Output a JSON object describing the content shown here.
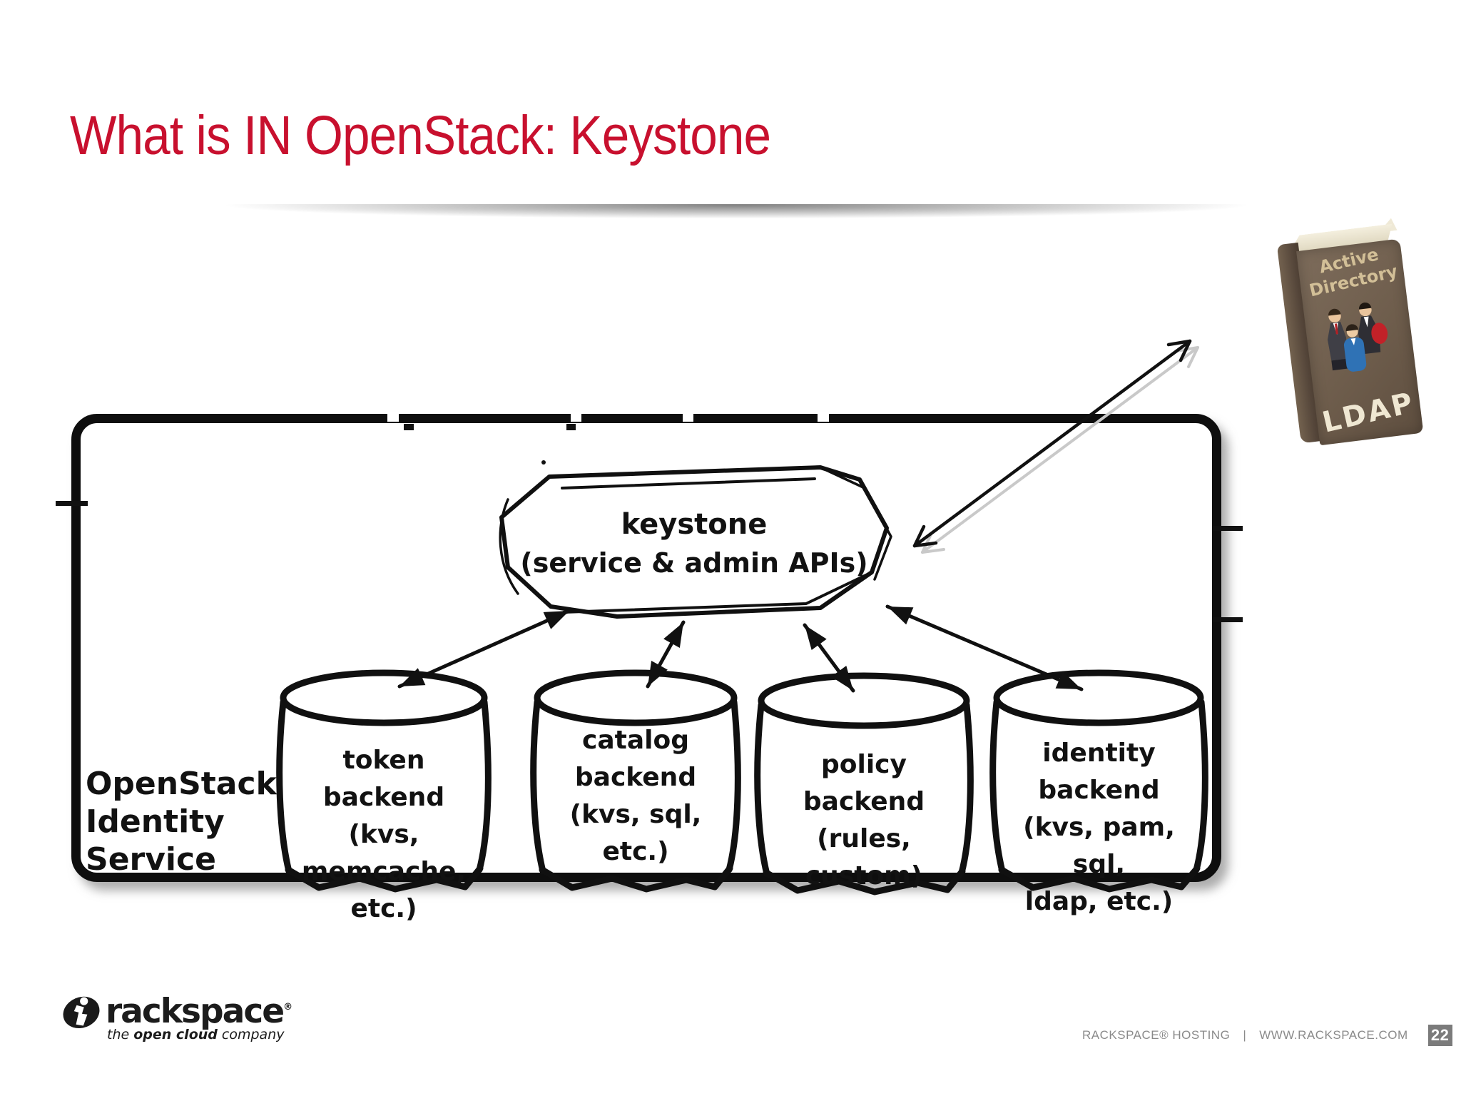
{
  "slide": {
    "title": "What is IN OpenStack: Keystone"
  },
  "diagram": {
    "service_label": {
      "lines": [
        "OpenStack",
        "Identity",
        "Service"
      ]
    },
    "keystone": {
      "line1": "keystone",
      "line2": "(service & admin APIs)"
    },
    "backends": [
      {
        "name": "token-backend",
        "lines": [
          "token backend",
          "(kvs, memcache,",
          "etc.)"
        ]
      },
      {
        "name": "catalog-backend",
        "lines": [
          "catalog",
          "backend",
          "(kvs, sql,",
          "etc.)"
        ]
      },
      {
        "name": "policy-backend",
        "lines": [
          "policy",
          "backend",
          "(rules, custom)"
        ]
      },
      {
        "name": "identity-backend",
        "lines": [
          "identity",
          "backend",
          "(kvs, pam, sql,",
          "ldap, etc.)"
        ]
      }
    ],
    "ldap_book": {
      "title_line1": "Active",
      "title_line2": "Directory",
      "label": "LDAP"
    }
  },
  "branding": {
    "logo_text": "rackspace",
    "registered": "®",
    "tagline_the": "the ",
    "tagline_bold": "open cloud",
    "tagline_company": " company"
  },
  "footer": {
    "hosting": "RACKSPACE® HOSTING",
    "separator": "|",
    "website": "WWW.RACKSPACE.COM",
    "page_number": "22"
  },
  "colors": {
    "title_red": "#c8102e",
    "ink": "#121212",
    "footer_gray": "#8a8a8a",
    "badge_bg": "#7b7b7b",
    "book_cover": "#6e5d4c",
    "book_spine": "#55463a",
    "book_pages": "#ece6d2",
    "book_title_text": "#d2bf97",
    "book_ldap_text": "#efe7d2"
  }
}
